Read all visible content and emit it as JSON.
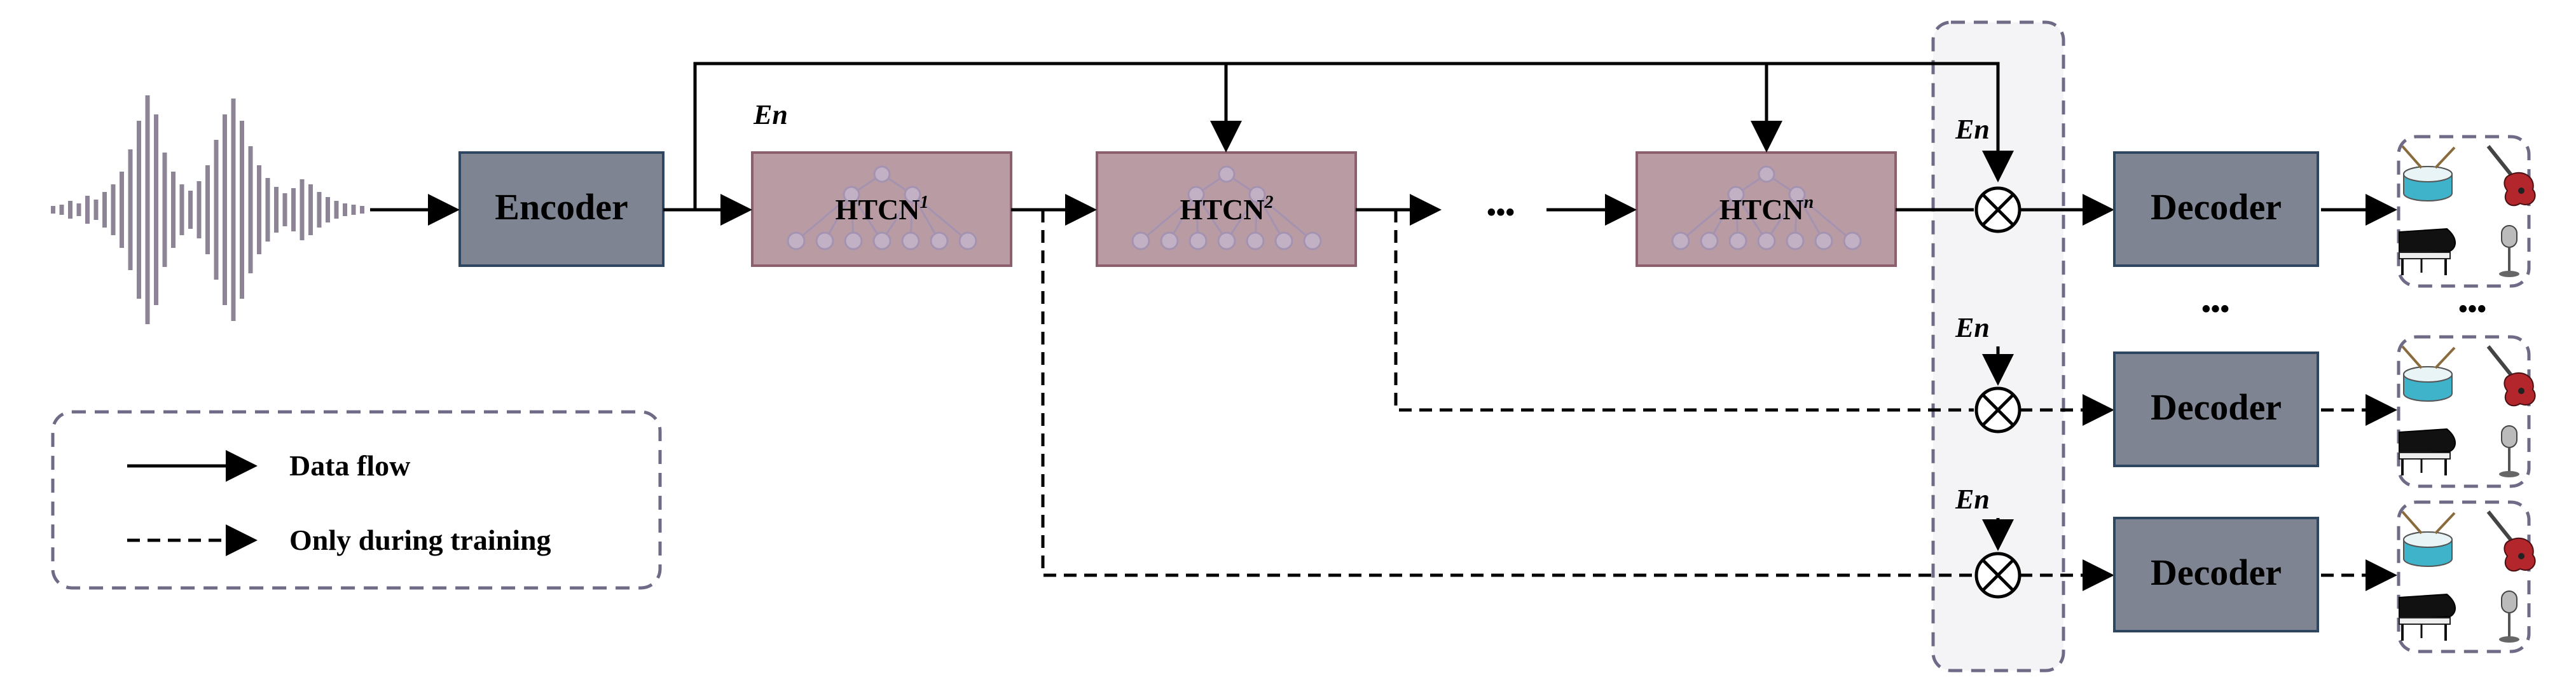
{
  "encoder": {
    "label": "Encoder"
  },
  "htcn": [
    {
      "label": "HTCN",
      "sup": "1"
    },
    {
      "label": "HTCN",
      "sup": "2"
    },
    {
      "label": "HTCN",
      "sup": "n"
    }
  ],
  "ellipsis": "•••",
  "en_label": "En",
  "decoders": [
    {
      "label": "Decoder"
    },
    {
      "label": "Decoder"
    },
    {
      "label": "Decoder"
    }
  ],
  "legend": {
    "data_flow": "Data flow",
    "training_only": "Only during training"
  },
  "colors": {
    "encoder_fill": "#7e8491",
    "encoder_stroke": "#2e4660",
    "htcn_fill": "#b99ca3",
    "htcn_stroke": "#8c5f6c",
    "waveform": "#8d8595",
    "dashed_box": "#6f6a86",
    "tree": "#9a8fb8"
  },
  "icons": [
    "drum-icon",
    "electric-guitar-icon",
    "grand-piano-icon",
    "microphone-icon"
  ]
}
